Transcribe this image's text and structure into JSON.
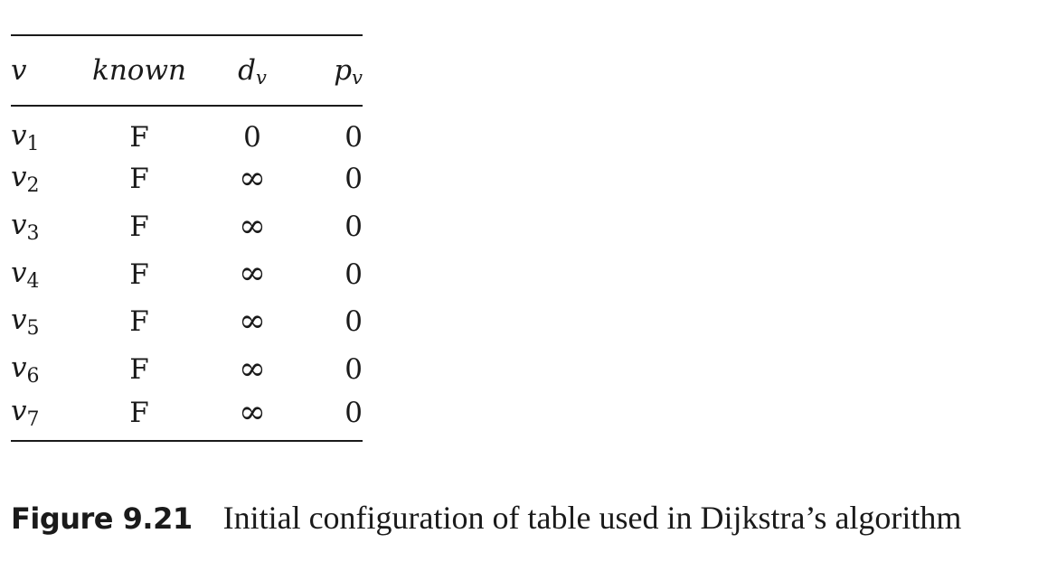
{
  "table": {
    "columns": [
      {
        "symbol": "v",
        "subscript": ""
      },
      {
        "symbol": "known",
        "subscript": ""
      },
      {
        "symbol": "d",
        "subscript": "v"
      },
      {
        "symbol": "p",
        "subscript": "v"
      }
    ],
    "rows": [
      {
        "vertex": "v",
        "vertex_sub": "1",
        "known": "F",
        "d": "0",
        "p": "0"
      },
      {
        "vertex": "v",
        "vertex_sub": "2",
        "known": "F",
        "d": "∞",
        "p": "0"
      },
      {
        "vertex": "v",
        "vertex_sub": "3",
        "known": "F",
        "d": "∞",
        "p": "0"
      },
      {
        "vertex": "v",
        "vertex_sub": "4",
        "known": "F",
        "d": "∞",
        "p": "0"
      },
      {
        "vertex": "v",
        "vertex_sub": "5",
        "known": "F",
        "d": "∞",
        "p": "0"
      },
      {
        "vertex": "v",
        "vertex_sub": "6",
        "known": "F",
        "d": "∞",
        "p": "0"
      },
      {
        "vertex": "v",
        "vertex_sub": "7",
        "known": "F",
        "d": "∞",
        "p": "0"
      }
    ]
  },
  "caption": {
    "label": "Figure 9.21",
    "text": "Initial configuration of table used in Dijkstra’s algorithm"
  }
}
